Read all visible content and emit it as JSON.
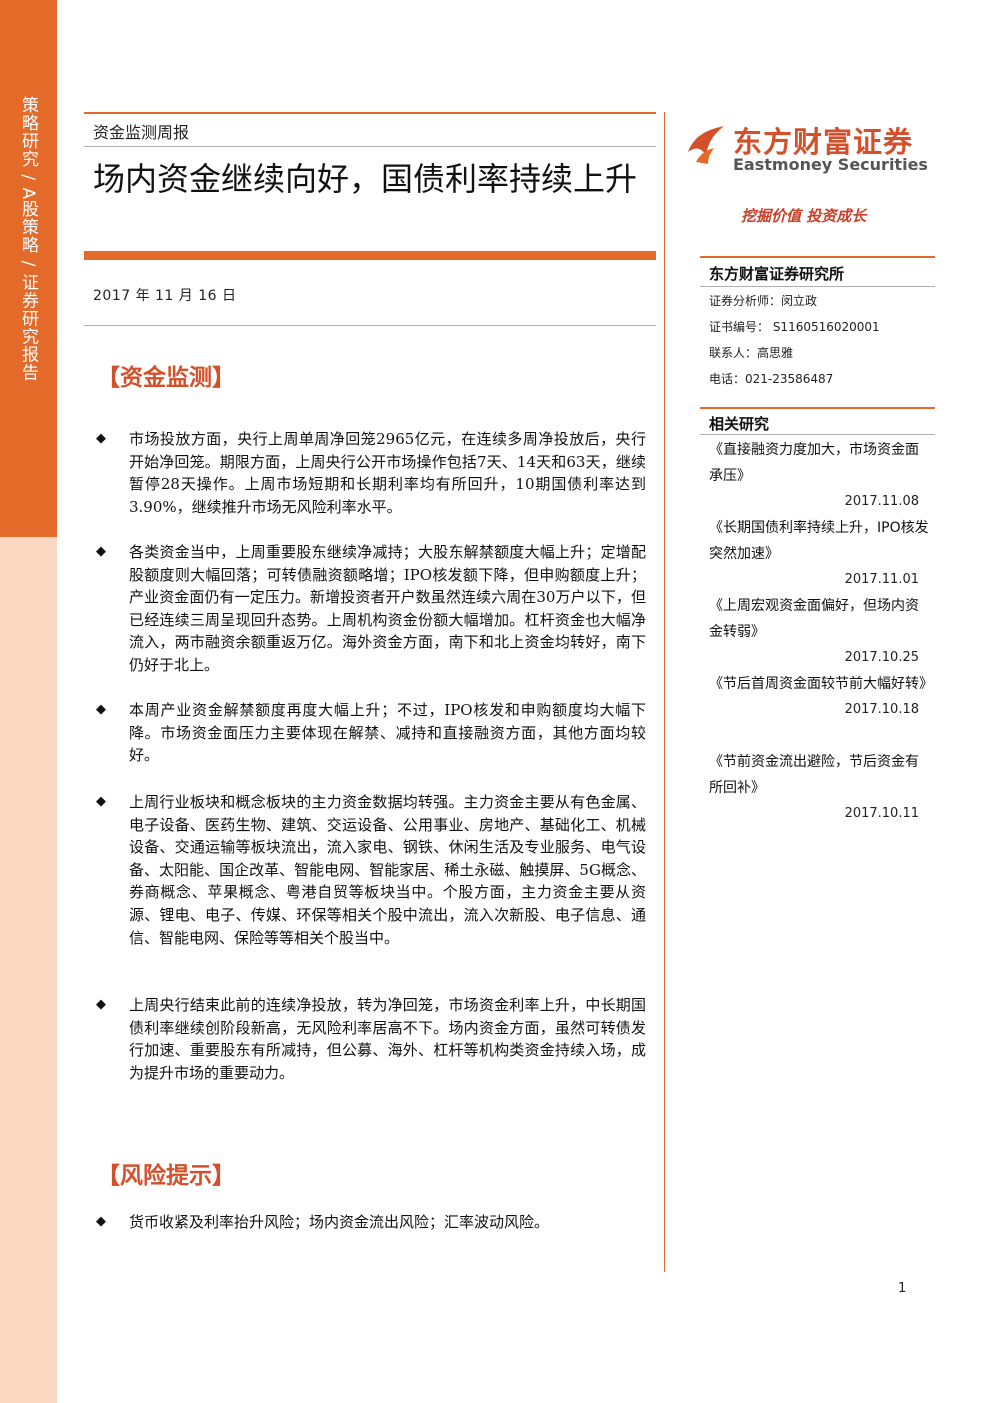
{
  "sidebar": {
    "vertical_text": "策略研究 / A股策略 / 证券研究报告"
  },
  "header": {
    "report_type": "资金监测周报",
    "title": "场内资金继续向好，国债利率持续上升",
    "date": "2017 年 11 月 16 日"
  },
  "sections": {
    "monitor_heading": "【资金监测】",
    "risk_heading": "【风险提示】"
  },
  "bullets": [
    "市场投放方面，央行上周单周净回笼2965亿元，在连续多周净投放后，央行开始净回笼。期限方面，上周央行公开市场操作包括7天、14天和63天，继续暂停28天操作。上周市场短期和长期利率均有所回升，10期国债利率达到3.90%，继续推升市场无风险利率水平。",
    "各类资金当中，上周重要股东继续净减持；大股东解禁额度大幅上升；定增配股额度则大幅回落；可转债融资额略增；IPO核发额下降，但申购额度上升；产业资金面仍有一定压力。新增投资者开户数虽然连续六周在30万户以下，但已经连续三周呈现回升态势。上周机构资金份额大幅增加。杠杆资金也大幅净流入，两市融资余额重返万亿。海外资金方面，南下和北上资金均转好，南下仍好于北上。",
    "本周产业资金解禁额度再度大幅上升；不过，IPO核发和申购额度均大幅下降。市场资金面压力主要体现在解禁、减持和直接融资方面，其他方面均较好。",
    "上周行业板块和概念板块的主力资金数据均转强。主力资金主要从有色金属、电子设备、医药生物、建筑、交运设备、公用事业、房地产、基础化工、机械设备、交通运输等板块流出，流入家电、钢铁、休闲生活及专业服务、电气设备、太阳能、国企改革、智能电网、智能家居、稀土永磁、触摸屏、5G概念、券商概念、苹果概念、粤港自贸等板块当中。个股方面，主力资金主要从资源、锂电、电子、传媒、环保等相关个股中流出，流入次新股、电子信息、通信、智能电网、保险等等相关个股当中。",
    "上周央行结束此前的连续净投放，转为净回笼，市场资金利率上升，中长期国债利率继续创阶段新高，无风险利率居高不下。场内资金方面，虽然可转债发行加速、重要股东有所减持，但公募、海外、杠杆等机构类资金持续入场，成为提升市场的重要动力。"
  ],
  "risk_bullet": "货币收紧及利率抬升风险；场内资金流出风险；汇率波动风险。",
  "brand": {
    "name_cn": "东方财富证券",
    "name_en": "Eastmoney Securities",
    "slogan": "挖掘价值 投资成长",
    "accent": "#e46a2a"
  },
  "institute": {
    "name": "东方财富证券研究所",
    "analyst": "证券分析师：闵立政",
    "cert": "证书编号：  S1160516020001",
    "contact": "联系人：高思雅",
    "phone": "电话：021-23586487"
  },
  "related": {
    "title": "相关研究",
    "items": [
      {
        "title": "《直接融资力度加大，市场资金面承压》",
        "date": "2017.11.08"
      },
      {
        "title": "《长期国债利率持续上升，IPO核发突然加速》",
        "date": "2017.11.01"
      },
      {
        "title": "《上周宏观资金面偏好，但场内资金转弱》",
        "date": "2017.10.25"
      },
      {
        "title": "《节后首周资金面较节前大幅好转》",
        "date": "2017.10.18"
      },
      {
        "title": "《节前资金流出避险，节后资金有所回补》",
        "date": "2017.10.11"
      }
    ]
  },
  "footer": {
    "page_number": "1"
  }
}
